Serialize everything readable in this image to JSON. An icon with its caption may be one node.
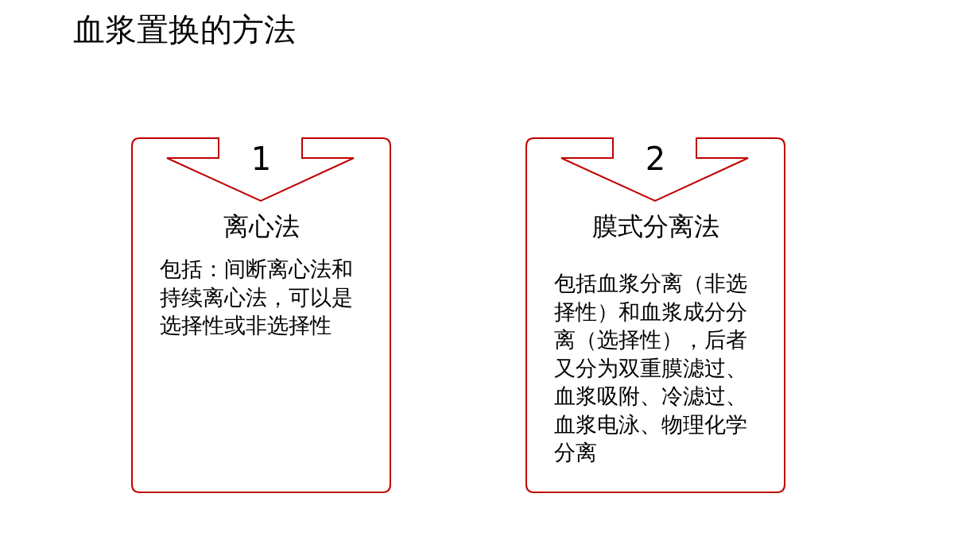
{
  "diagram": {
    "title": "血浆置换的方法",
    "nodes": [
      {
        "text": [
          "1",
          "离心法",
          "包括：间断离心法和持续离心法，可以是选择性或非选择性"
        ]
      },
      {
        "text": [
          "2",
          "膜式分离法",
          "包括血浆分离（非选择性）和血浆成分分离（选择性），后者又分为双重膜滤过、血浆吸附、冷滤过、血浆电泳、物理化学分离"
        ]
      }
    ]
  }
}
